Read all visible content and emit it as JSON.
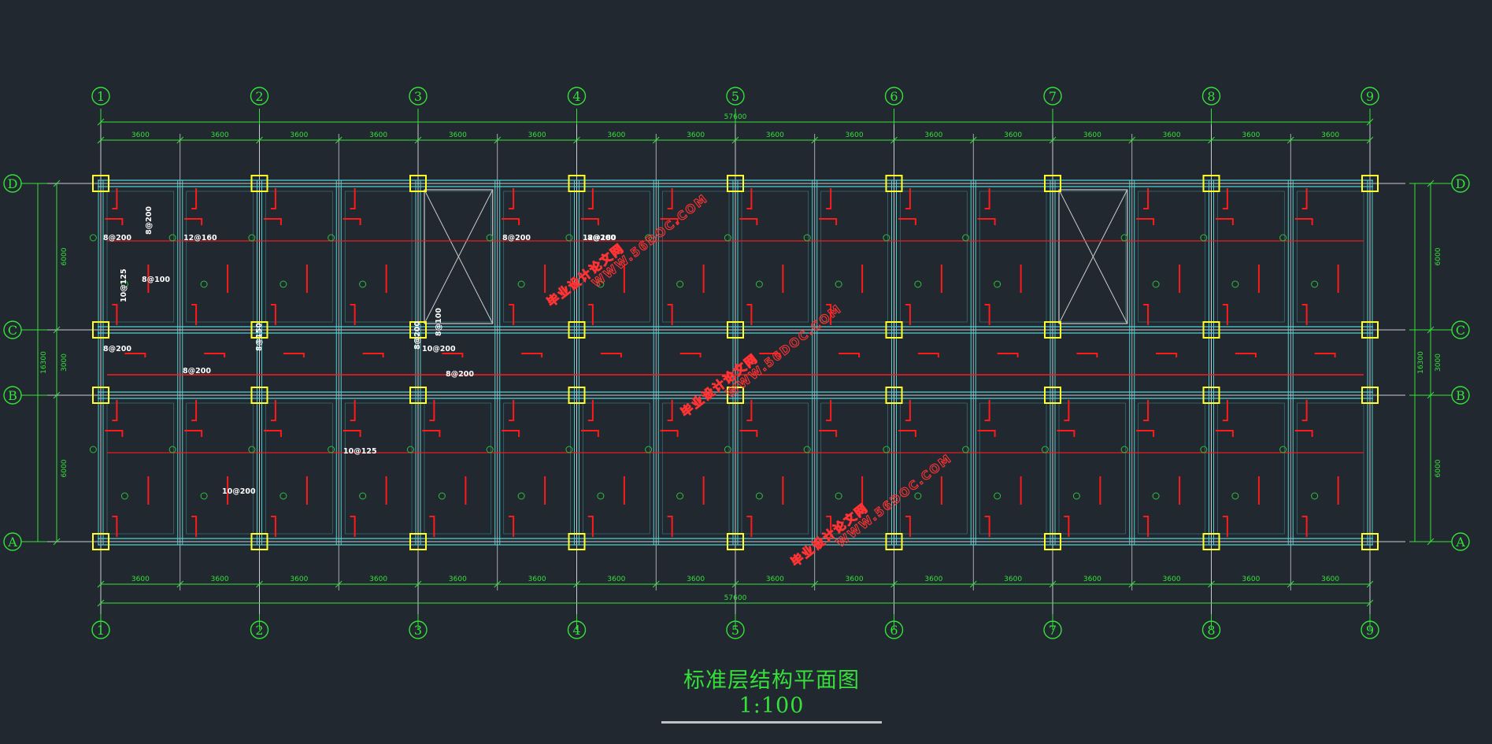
{
  "drawing": {
    "title": "标准层结构平面图",
    "scale": "1:100",
    "colors": {
      "background": "#212830",
      "axis": "#36e03a",
      "gridline": "#c9ccd0",
      "beam": "#4fd0d0",
      "column": "#ffff2a",
      "rebar": "#ff1a1a",
      "label": "#ffffff",
      "watermark": "#ff3333"
    },
    "column_axes": [
      "1",
      "2",
      "3",
      "4",
      "5",
      "6",
      "7",
      "8",
      "9"
    ],
    "row_axes": [
      "D",
      "C",
      "B",
      "A"
    ],
    "total_length": "57600",
    "spans": [
      "3600",
      "3600",
      "3600",
      "3600",
      "3600",
      "3600",
      "3600",
      "3600",
      "3600",
      "3600",
      "3600",
      "3600",
      "3600",
      "3600",
      "3600",
      "3600"
    ],
    "left_dims": [
      "6000",
      "3000",
      "6000"
    ],
    "left_total": "16300",
    "right_dims": [
      "6000",
      "3000",
      "6000"
    ],
    "right_total": "16300",
    "rebar_labels": [
      "8@200",
      "8@200",
      "12@160",
      "8@100",
      "10@125",
      "8@200",
      "8@200",
      "8@200",
      "8@150",
      "8@200",
      "8@200",
      "10@200",
      "12@180",
      "8@200",
      "8@100",
      "10@125",
      "10@200"
    ],
    "watermark": {
      "line1": "毕业设计论文网",
      "line2": "WWW.56DOC.COM"
    }
  }
}
